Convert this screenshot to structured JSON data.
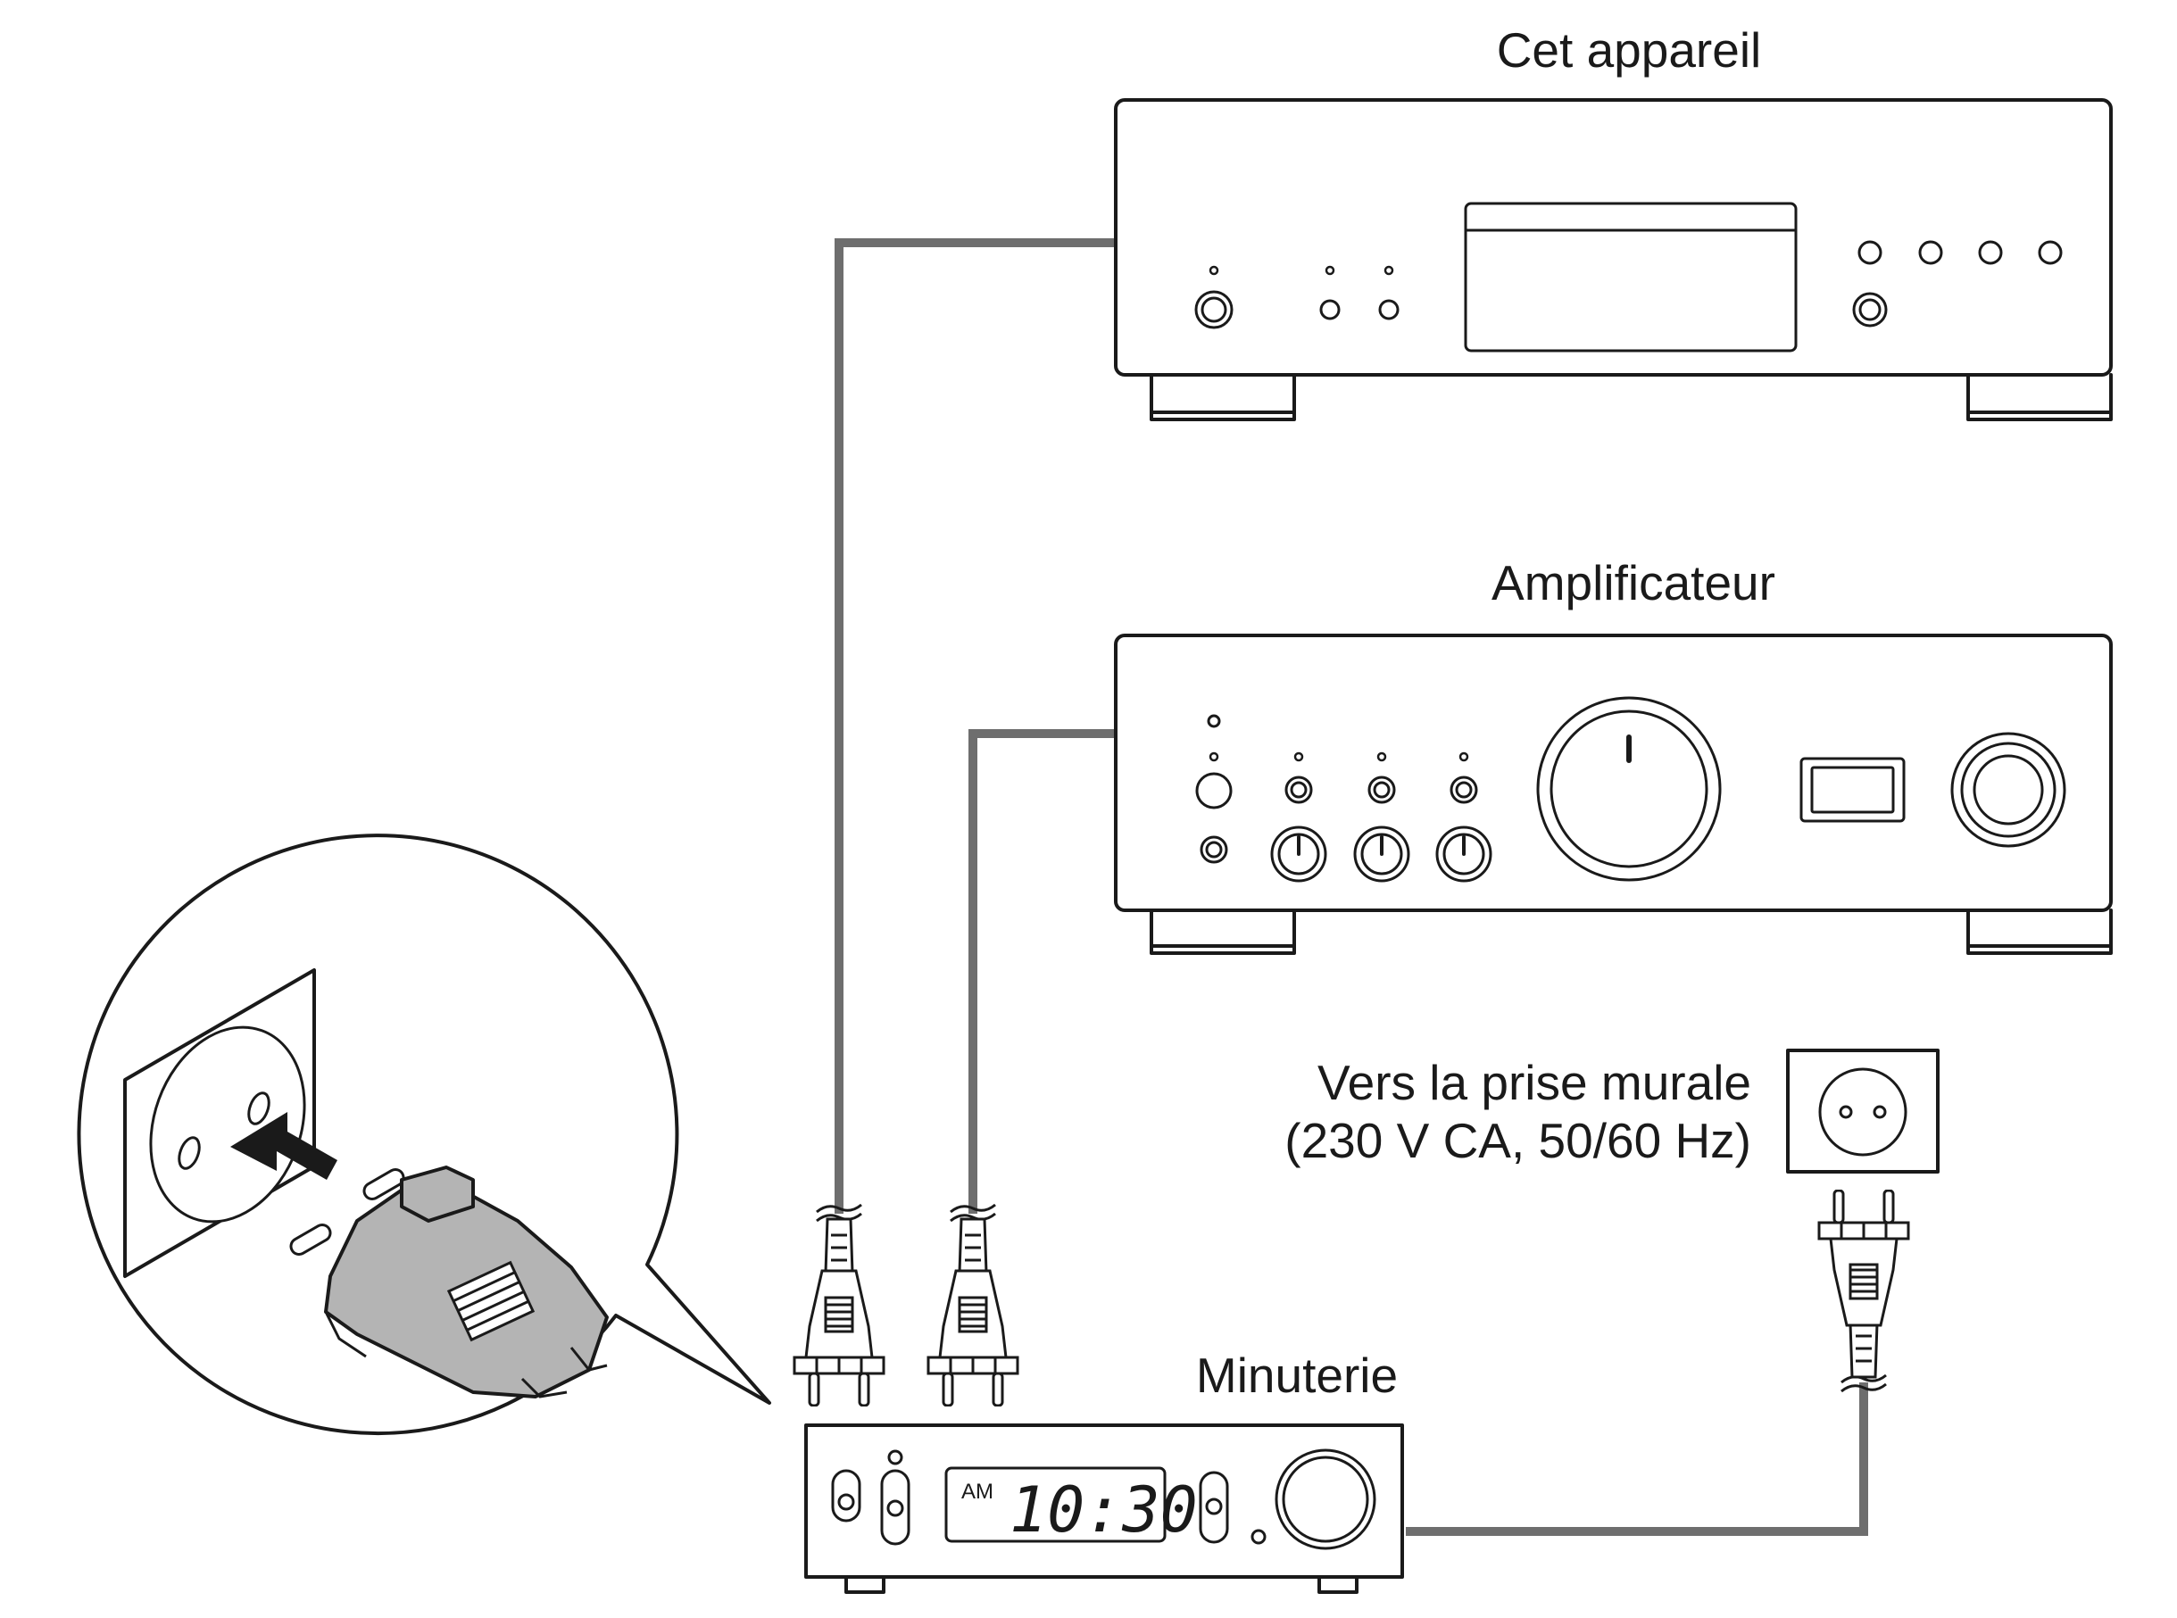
{
  "labels": {
    "cd_player": "Cet appareil",
    "amplifier": "Amplificateur",
    "wall_outlet_line1": "Vers la prise murale",
    "wall_outlet_line2": "(230 V CA, 50/60 Hz)",
    "timer": "Minuterie"
  },
  "timer_display": {
    "period": "AM",
    "time": "10:30"
  },
  "colors": {
    "line": "#1a1a1a",
    "cable": "#6e6e6e",
    "plug_fill": "#b4b4b4",
    "background": "#ffffff"
  }
}
